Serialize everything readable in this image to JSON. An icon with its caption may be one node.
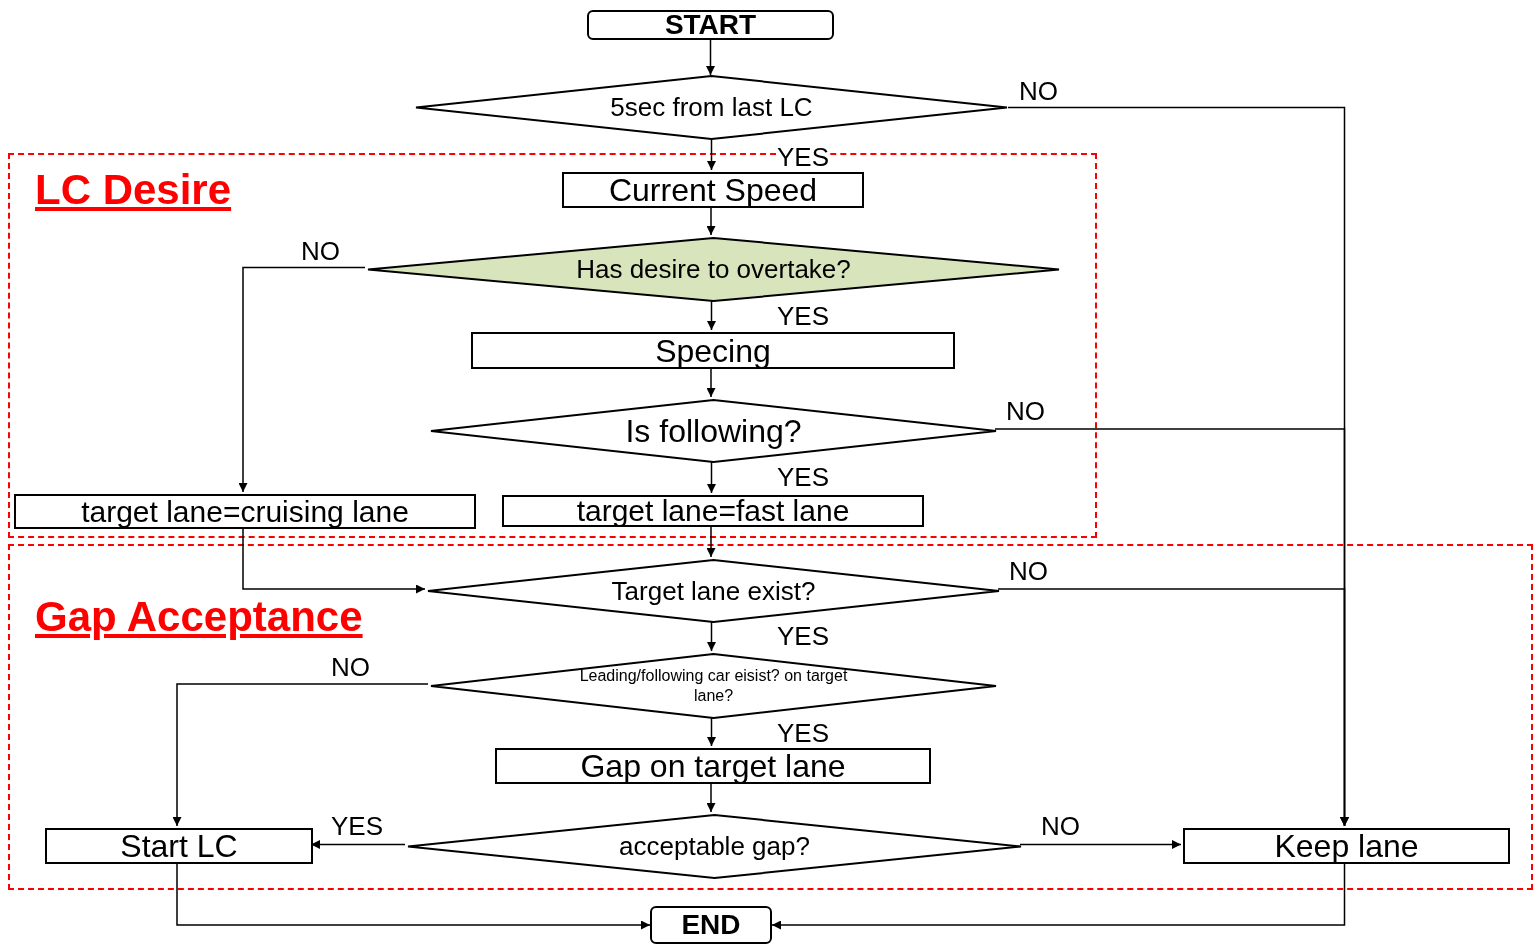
{
  "diagram": {
    "nodes": [
      {
        "text": [
          "START"
        ]
      },
      {
        "text": [
          "5sec from last LC"
        ]
      },
      {
        "text": [
          "LC Desire"
        ]
      },
      {
        "text": [
          "Current Speed"
        ],
        "in": 2
      },
      {
        "text": [
          "Has desire to overtake?"
        ],
        "in": 2
      },
      {
        "text": [
          "Specing"
        ],
        "in": 2
      },
      {
        "text": [
          "Is following?"
        ],
        "in": 2
      },
      {
        "text": [
          "target lane=cruising lane"
        ],
        "in": 2
      },
      {
        "text": [
          "target lane=fast lane"
        ],
        "in": 2
      },
      {
        "text": [
          "Gap Acceptance"
        ]
      },
      {
        "text": [
          "Target lane exist?"
        ],
        "in": 9
      },
      {
        "text": [
          "Leading/following car eisist? on target lane?"
        ],
        "in": 9
      },
      {
        "text": [
          "Gap on target lane"
        ],
        "in": 9
      },
      {
        "text": [
          "Start LC"
        ],
        "in": 9
      },
      {
        "text": [
          "acceptable gap?"
        ],
        "in": 9
      },
      {
        "text": [
          "Keep lane"
        ],
        "in": 9
      },
      {
        "text": [
          "END"
        ]
      }
    ],
    "edges": [
      {
        "from": 0,
        "to": 1,
        "arrow": "to"
      },
      {
        "from": 1,
        "to": 3,
        "arrow": "to",
        "label": "YES"
      },
      {
        "from": 1,
        "to": 15,
        "arrow": "to",
        "label": "NO"
      },
      {
        "from": 3,
        "to": 4,
        "arrow": "to"
      },
      {
        "from": 4,
        "to": 5,
        "arrow": "to",
        "label": "YES"
      },
      {
        "from": 4,
        "to": 7,
        "arrow": "to",
        "label": "NO"
      },
      {
        "from": 5,
        "to": 6,
        "arrow": "to"
      },
      {
        "from": 6,
        "to": 8,
        "arrow": "to",
        "label": "YES"
      },
      {
        "from": 6,
        "to": 15,
        "arrow": "to",
        "label": "NO"
      },
      {
        "from": 8,
        "to": 10,
        "arrow": "to"
      },
      {
        "from": 7,
        "to": 10,
        "arrow": "to"
      },
      {
        "from": 10,
        "to": 11,
        "arrow": "to",
        "label": "YES"
      },
      {
        "from": 10,
        "to": 15,
        "arrow": "to",
        "label": "NO"
      },
      {
        "from": 11,
        "to": 12,
        "arrow": "to",
        "label": "YES"
      },
      {
        "from": 11,
        "to": 13,
        "arrow": "to",
        "label": "NO"
      },
      {
        "from": 12,
        "to": 14,
        "arrow": "to"
      },
      {
        "from": 14,
        "to": 13,
        "arrow": "to",
        "label": "YES"
      },
      {
        "from": 14,
        "to": 15,
        "arrow": "to",
        "label": "NO"
      },
      {
        "from": 13,
        "to": 16,
        "arrow": "to"
      },
      {
        "from": 15,
        "to": 16,
        "arrow": "to"
      }
    ]
  }
}
